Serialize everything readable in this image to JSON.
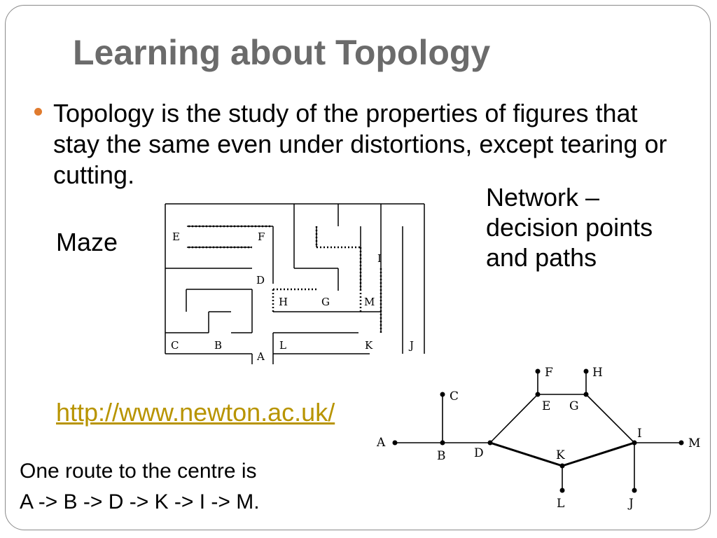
{
  "slide": {
    "title": "Learning about Topology",
    "bullet": "Topology is the study of the properties of figures that stay the same even under distortions, except tearing or cutting.",
    "network_label": "Network –\ndecision  points\nand paths",
    "maze_label": "Maze",
    "link": "http://www.newton.ac.uk/",
    "route_line1": "One route to the centre is",
    "route_line2": "A -> B -> D -> K -> I -> M."
  },
  "colors": {
    "title": "#6b6b6b",
    "bullet": "#e07b2e",
    "link": "#b89400"
  },
  "maze": {
    "letters": [
      "E",
      "F",
      "I",
      "D",
      "H",
      "G",
      "M",
      "C",
      "B",
      "L",
      "K",
      "J",
      "A"
    ]
  },
  "network": {
    "nodes": [
      "A",
      "B",
      "C",
      "D",
      "E",
      "F",
      "G",
      "H",
      "I",
      "K",
      "L",
      "J",
      "M"
    ],
    "edges": [
      [
        "A",
        "B"
      ],
      [
        "B",
        "C"
      ],
      [
        "B",
        "D"
      ],
      [
        "D",
        "E"
      ],
      [
        "E",
        "F"
      ],
      [
        "E",
        "G"
      ],
      [
        "G",
        "H"
      ],
      [
        "G",
        "I"
      ],
      [
        "D",
        "K"
      ],
      [
        "K",
        "I"
      ],
      [
        "K",
        "L"
      ],
      [
        "I",
        "J"
      ],
      [
        "I",
        "M"
      ]
    ],
    "route": [
      "A",
      "B",
      "D",
      "K",
      "I",
      "M"
    ]
  }
}
